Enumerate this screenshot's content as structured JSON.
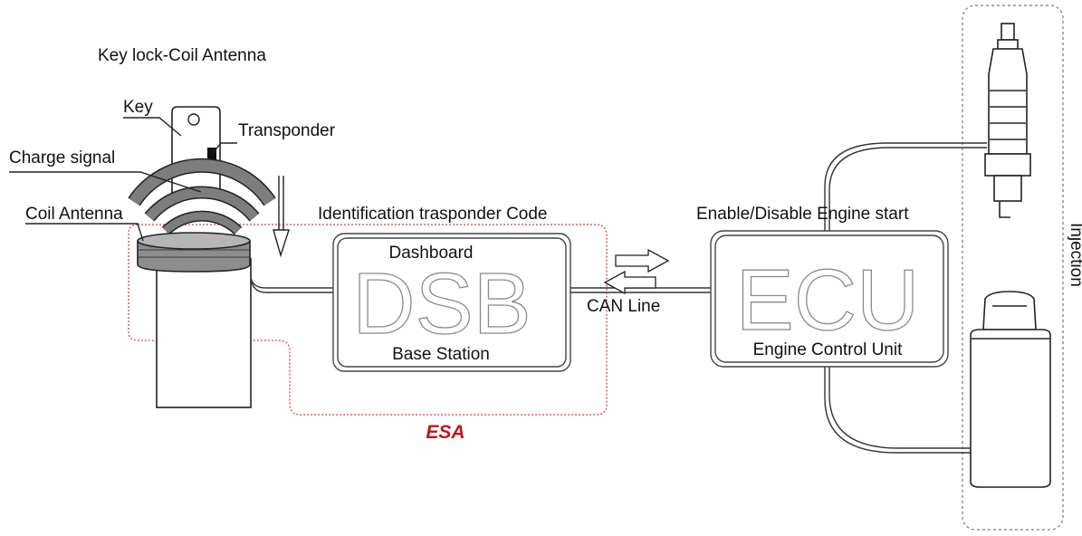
{
  "labels": {
    "key_lock_title": "Key lock-Coil Antenna",
    "key": "Key",
    "transponder": "Transponder",
    "charge_signal": "Charge signal",
    "coil_antenna": "Coil Antenna",
    "identification": "Identification trasponder  Code",
    "enable_disable": "Enable/Disable Engine start",
    "injection": "Injection",
    "can_line": "CAN Line",
    "esa": "ESA"
  },
  "dsb": {
    "top_label": "Dashboard",
    "big_text": "DSB",
    "bottom_label": "Base Station"
  },
  "ecu": {
    "big_text": "ECU",
    "bottom_label": "Engine Control Unit"
  },
  "colors": {
    "esa_outline": "#e05a5a",
    "esa_text": "#c0161d",
    "line": "#333333"
  }
}
